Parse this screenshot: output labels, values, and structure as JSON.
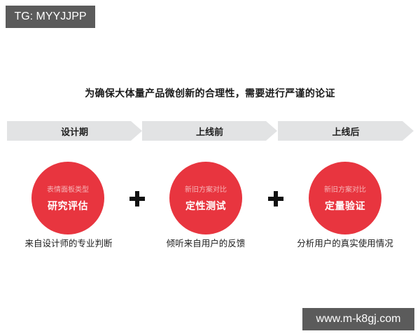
{
  "watermarks": {
    "top_left": "TG: MYYJJPP",
    "bottom_right": "www.m-k8gj.com"
  },
  "title": "为确保大体量产品微创新的合理性，需要进行严谨的论证",
  "stages": [
    {
      "label": "设计期",
      "circle_subtitle": "表情面板类型",
      "circle_title": "研究评估",
      "caption": "来自设计师的专业判断"
    },
    {
      "label": "上线前",
      "circle_subtitle": "新旧方案对比",
      "circle_title": "定性测试",
      "caption": "倾听来自用户的反馈"
    },
    {
      "label": "上线后",
      "circle_subtitle": "新旧方案对比",
      "circle_title": "定量验证",
      "caption": "分析用户的真实使用情况"
    }
  ],
  "connectors": [
    "plus-icon",
    "plus-icon"
  ],
  "colors": {
    "accent_red": "#e8353f",
    "arrow_gray": "#e2e3e4",
    "badge_gray": "#5b5b5b"
  }
}
